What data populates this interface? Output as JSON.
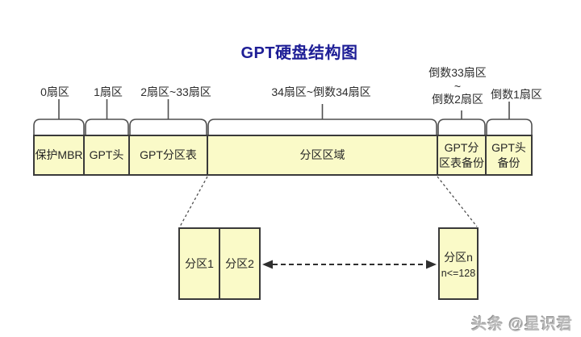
{
  "title": "GPT硬盘结构图",
  "sector_labels": {
    "s0": "0扇区",
    "s1": "1扇区",
    "s2_33": "2扇区~33扇区",
    "s34_rev34": "34扇区~倒数34扇区",
    "rev33_rev2": "倒数33扇区\n~\n倒数2扇区",
    "rev1": "倒数1扇区"
  },
  "disk_sections": {
    "protective_mbr": "保护MBR",
    "gpt_header": "GPT头",
    "gpt_partition_table": "GPT分区表",
    "partition_area": "分区区域",
    "gpt_partition_table_backup": "GPT分\n区表备份",
    "gpt_header_backup": "GPT头\n备份"
  },
  "partition_detail": {
    "p1": "分区1",
    "p2": "分区2",
    "pn": "分区n",
    "pn_limit": "n<=128"
  },
  "watermark": "头条 @星识君",
  "colors": {
    "title": "#1e1e96",
    "box_fill": "#fafac8",
    "box_border": "#3a3a3a",
    "connector_line": "#4f4f4f",
    "text": "#262626"
  }
}
